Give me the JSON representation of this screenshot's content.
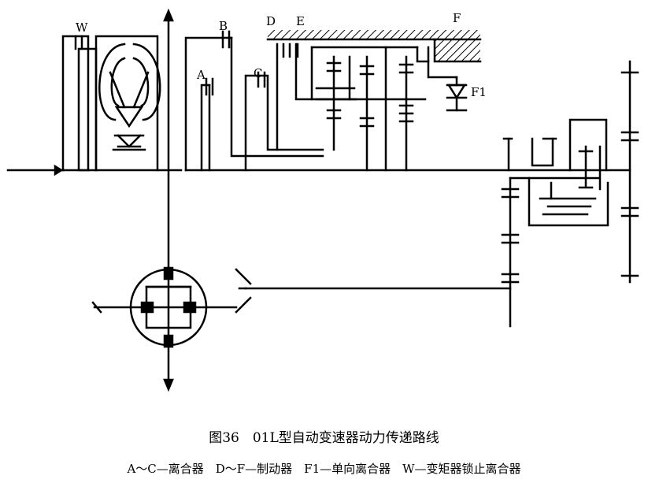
{
  "diagram": {
    "labels": {
      "w": "W",
      "a": "A",
      "b": "B",
      "c": "C",
      "d": "D",
      "e": "E",
      "f": "F",
      "f1": "F1"
    }
  },
  "caption": {
    "title": "图36　01L型自动变速器动力传递路线",
    "legend": "A～C—离合器　D～F—制动器　F1—单向离合器　W—变矩器锁止离合器"
  }
}
